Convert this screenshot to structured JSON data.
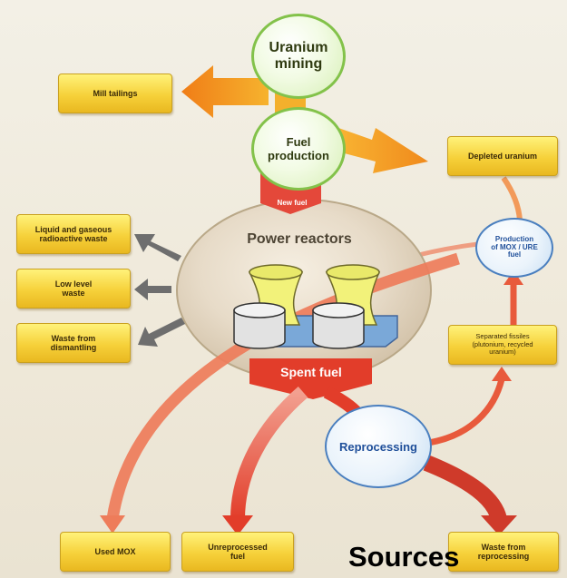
{
  "nodes": {
    "uranium_mining": "Uranium\nmining",
    "fuel_production": "Fuel\nproduction",
    "power_reactors": "Power reactors",
    "reprocessing": "Reprocessing",
    "production_mox": "Production\nof MOX / URE\nfuel"
  },
  "boxes": {
    "mill_tailings": "Mill tailings",
    "depleted_uranium": "Depleted uranium",
    "liquid_gaseous": "Liquid and gaseous\nradioactive waste",
    "low_level": "Low level\nwaste",
    "dismantling": "Waste from\ndismantling",
    "separated_fissiles": "Separated fissiles\n(plutonium, recycled\nuranium)",
    "used_mox": "Used MOX",
    "unreprocessed": "Unreprocessed\nfuel",
    "waste_reprocessing": "Waste from\nreprocessing"
  },
  "arrows": {
    "new_fuel": "New fuel",
    "spent_fuel": "Spent fuel"
  },
  "overlay": {
    "sources": "Sources"
  },
  "colors": {
    "box_fill": "#f6d13a",
    "green_ring": "#83c24a",
    "blue_ring": "#4a7fbf",
    "red_arrow": "#e8523a",
    "orange_arrow": "#f29a2a",
    "grey_arrow": "#6e6e6e"
  }
}
